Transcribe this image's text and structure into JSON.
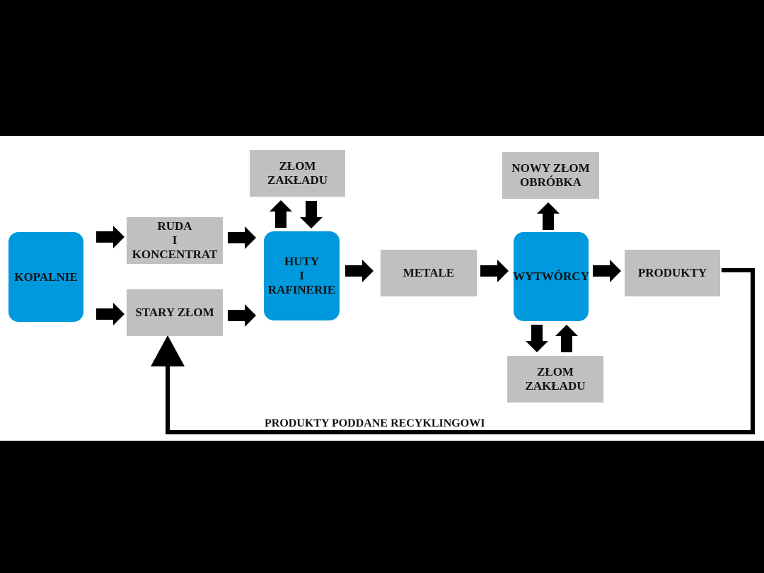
{
  "nodes": {
    "kopalnie": {
      "lines": [
        "KOPALNIE"
      ],
      "fill": "#0099dd"
    },
    "ruda": {
      "lines": [
        "RUDA",
        "I",
        "KONCENTRAT"
      ],
      "fill": "#c0c0c0"
    },
    "stary_zlom": {
      "lines": [
        "STARY ZŁOM"
      ],
      "fill": "#c0c0c0"
    },
    "zlom_zakladu_top": {
      "lines": [
        "ZŁOM",
        "ZAKŁADU"
      ],
      "fill": "#c0c0c0"
    },
    "huty": {
      "lines": [
        "HUTY",
        "I",
        "RAFINERIE"
      ],
      "fill": "#0099dd"
    },
    "metale": {
      "lines": [
        "METALE"
      ],
      "fill": "#c0c0c0"
    },
    "nowy_zlom": {
      "lines": [
        "NOWY ZŁOM",
        "OBRÓBKA"
      ],
      "fill": "#c0c0c0"
    },
    "wytworcy": {
      "lines": [
        "WYTWÓRCY"
      ],
      "fill": "#0099dd"
    },
    "zlom_zakladu_bottom": {
      "lines": [
        "ZŁOM",
        "ZAKŁADU"
      ],
      "fill": "#c0c0c0"
    },
    "produkty": {
      "lines": [
        "PRODUKTY"
      ],
      "fill": "#c0c0c0"
    }
  },
  "edges": [
    {
      "from": "kopalnie",
      "to": "ruda"
    },
    {
      "from": "kopalnie",
      "to": "stary_zlom"
    },
    {
      "from": "ruda",
      "to": "huty"
    },
    {
      "from": "stary_zlom",
      "to": "huty"
    },
    {
      "from": "huty",
      "to": "zlom_zakladu_top"
    },
    {
      "from": "zlom_zakladu_top",
      "to": "huty"
    },
    {
      "from": "huty",
      "to": "metale"
    },
    {
      "from": "metale",
      "to": "wytworcy"
    },
    {
      "from": "wytworcy",
      "to": "nowy_zlom"
    },
    {
      "from": "wytworcy",
      "to": "zlom_zakladu_bottom"
    },
    {
      "from": "zlom_zakladu_bottom",
      "to": "wytworcy"
    },
    {
      "from": "wytworcy",
      "to": "produkty"
    },
    {
      "from": "produkty",
      "to": "stary_zlom",
      "label": "PRODUKTY PODDANE RECYKLINGOWI"
    }
  ],
  "recycle_label": "PRODUKTY PODDANE RECYKLINGOWI",
  "colors": {
    "blue_node": "#0099dd",
    "grey_node": "#c0c0c0",
    "arrow": "#000000"
  }
}
